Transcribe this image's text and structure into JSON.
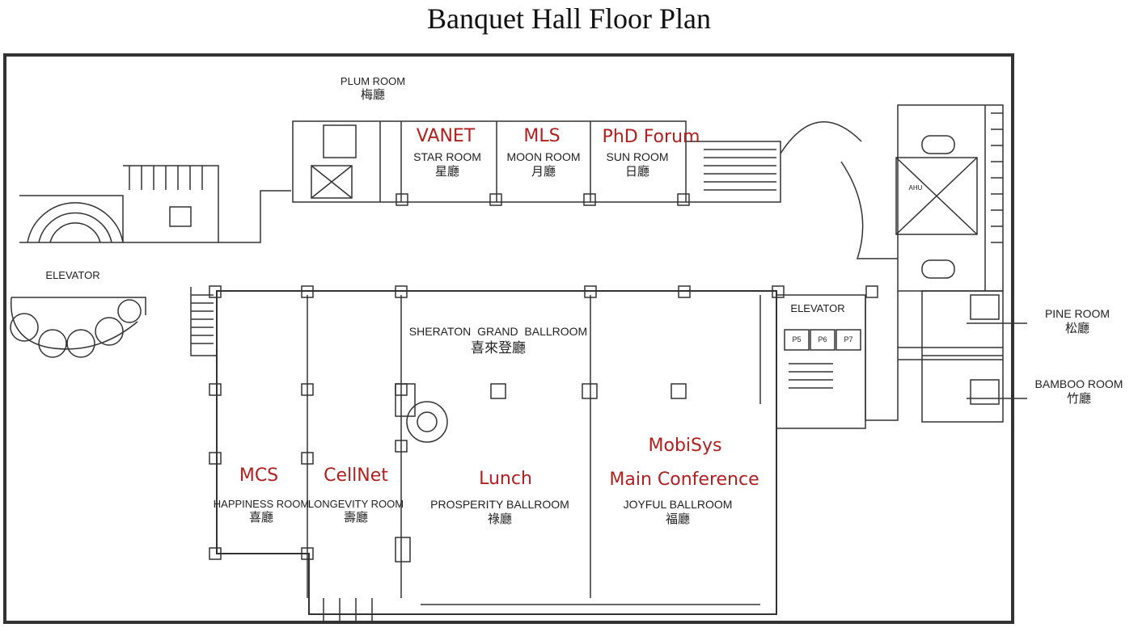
{
  "title": "Banquet Hall Floor Plan",
  "rooms": {
    "plum": {
      "en": "PLUM ROOM",
      "zh": "梅廳"
    },
    "star": {
      "en": "STAR ROOM",
      "zh": "星廳"
    },
    "moon": {
      "en": "MOON ROOM",
      "zh": "月廳"
    },
    "sun": {
      "en": "SUN ROOM",
      "zh": "日廳"
    },
    "elevator_left": {
      "en": "ELEVATOR"
    },
    "elevator_right": {
      "en": "ELEVATOR"
    },
    "grand": {
      "en": "SHERATON  GRAND  BALLROOM",
      "zh": "喜來登廳"
    },
    "happiness": {
      "en": "HAPPINESS ROOM",
      "zh": "喜廳"
    },
    "longevity": {
      "en": "LONGEVITY ROOM",
      "zh": "壽廳"
    },
    "prosperity": {
      "en": "PROSPERITY BALLROOM",
      "zh": "祿廳"
    },
    "joyful": {
      "en": "JOYFUL BALLROOM",
      "zh": "福廳"
    },
    "pine": {
      "en": "PINE ROOM",
      "zh": "松廳"
    },
    "bamboo": {
      "en": "BAMBOO ROOM",
      "zh": "竹廳"
    },
    "ahu": {
      "en": "AHU"
    },
    "p5": "P5",
    "p6": "P6",
    "p7": "P7"
  },
  "events": {
    "vanet": "VANET",
    "mls": "MLS",
    "phd": "PhD Forum",
    "mcs": "MCS",
    "cellnet": "CellNet",
    "lunch": "Lunch",
    "mobisys1": "MobiSys",
    "mobisys2": "Main Conference"
  },
  "colors": {
    "event_text": "#b02020",
    "wall": "#333333"
  }
}
